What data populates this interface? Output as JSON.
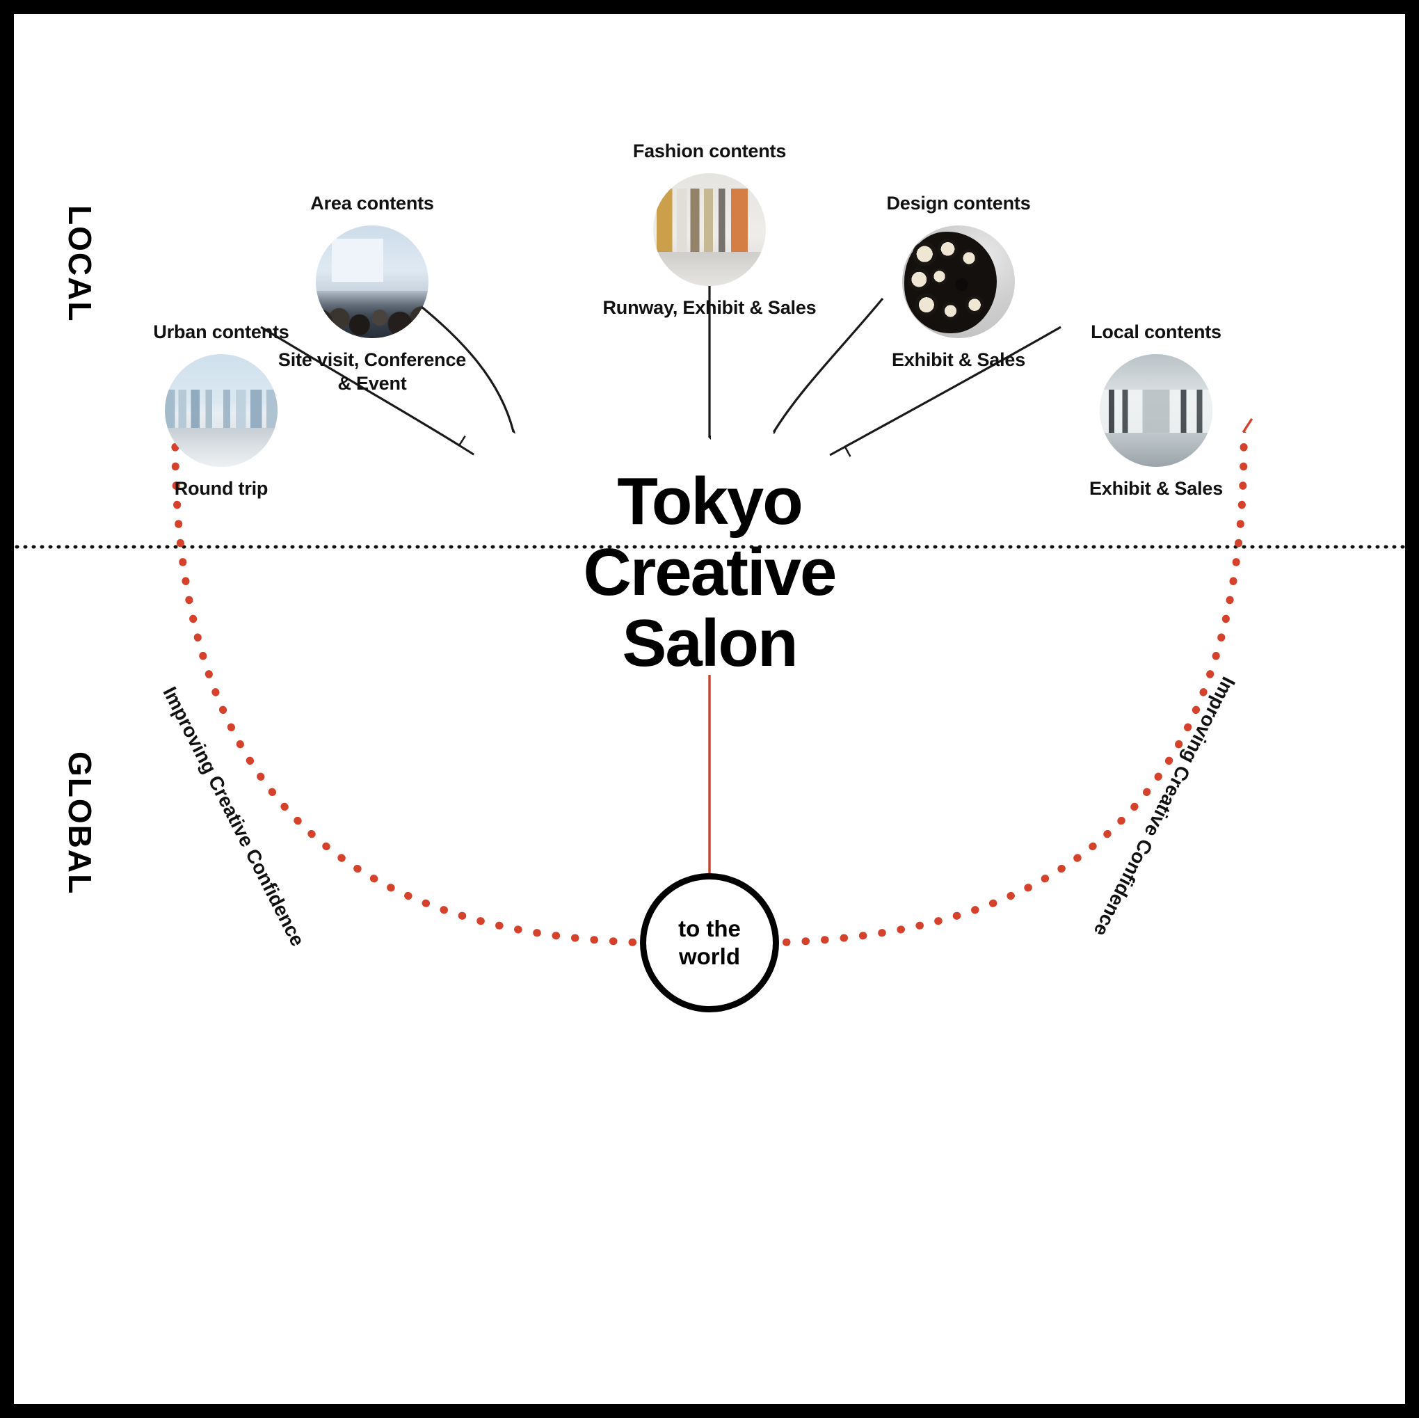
{
  "diagram": {
    "title_lines": "Tokyo\nCreative\nSalon",
    "axis": {
      "local_label": "LOCAL",
      "global_label": "GLOBAL"
    },
    "destination": {
      "label": "to the\nworld"
    },
    "loop_caption_left": "Improving Creative Confidence",
    "loop_caption_right": "Improving Creative Confidence",
    "nodes": [
      {
        "id": "urban",
        "title": "Urban contents",
        "subtitle": "Round trip",
        "image": "city-skyline-photo"
      },
      {
        "id": "area",
        "title": "Area contents",
        "subtitle": "Site visit, Conference\n& Event",
        "image": "conference-audience-photo"
      },
      {
        "id": "fashion",
        "title": "Fashion contents",
        "subtitle": "Runway, Exhibit & Sales",
        "image": "fashion-runway-photo"
      },
      {
        "id": "design",
        "title": "Design contents",
        "subtitle": "Exhibit & Sales",
        "image": "design-object-photo"
      },
      {
        "id": "local",
        "title": "Local contents",
        "subtitle": "Exhibit & Sales",
        "image": "gallery-interior-photo"
      }
    ],
    "colors": {
      "accent_red": "#d6412b",
      "ink": "#000000",
      "page": "#ffffff",
      "frame": "#000000"
    }
  }
}
